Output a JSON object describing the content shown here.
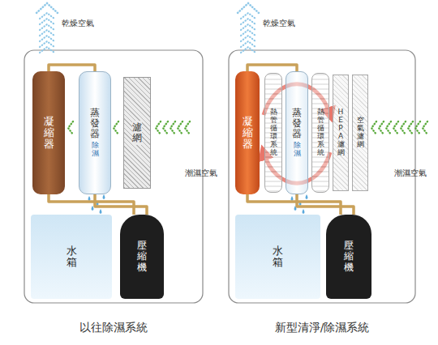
{
  "diagram": {
    "nodes": [
      {
        "text": [
          "凝縮器"
        ]
      },
      {
        "text": [
          "蒸發器",
          "除濕"
        ]
      },
      {
        "text": [
          "濾網"
        ]
      },
      {
        "text": [
          "水箱"
        ]
      },
      {
        "text": [
          "壓縮機"
        ]
      },
      {
        "text": [
          "凝縮器"
        ]
      },
      {
        "text": [
          "熱管循環系統"
        ]
      },
      {
        "text": [
          "蒸發器",
          "除濕"
        ]
      },
      {
        "text": [
          "熱管循環系統"
        ]
      },
      {
        "text": [
          "HEPA濾網"
        ]
      },
      {
        "text": [
          "空氣濾網"
        ]
      },
      {
        "text": [
          "水箱"
        ]
      },
      {
        "text": [
          "壓縮機"
        ]
      }
    ],
    "edges": [
      {
        "from": 0,
        "to": 1,
        "arrow": "none"
      },
      {
        "from": 0,
        "to": 4,
        "arrow": "none"
      },
      {
        "from": 1,
        "to": 4,
        "arrow": "none"
      },
      {
        "from": 5,
        "to": 7,
        "arrow": "none"
      },
      {
        "from": 5,
        "to": 12,
        "arrow": "none"
      },
      {
        "from": 7,
        "to": 12,
        "arrow": "none"
      }
    ],
    "labels": [
      "乾燥空氣",
      "潮濕空氣",
      "以往除濕系統",
      "乾燥空氣",
      "潮濕空氣",
      "新型清淨/除濕系統"
    ]
  }
}
